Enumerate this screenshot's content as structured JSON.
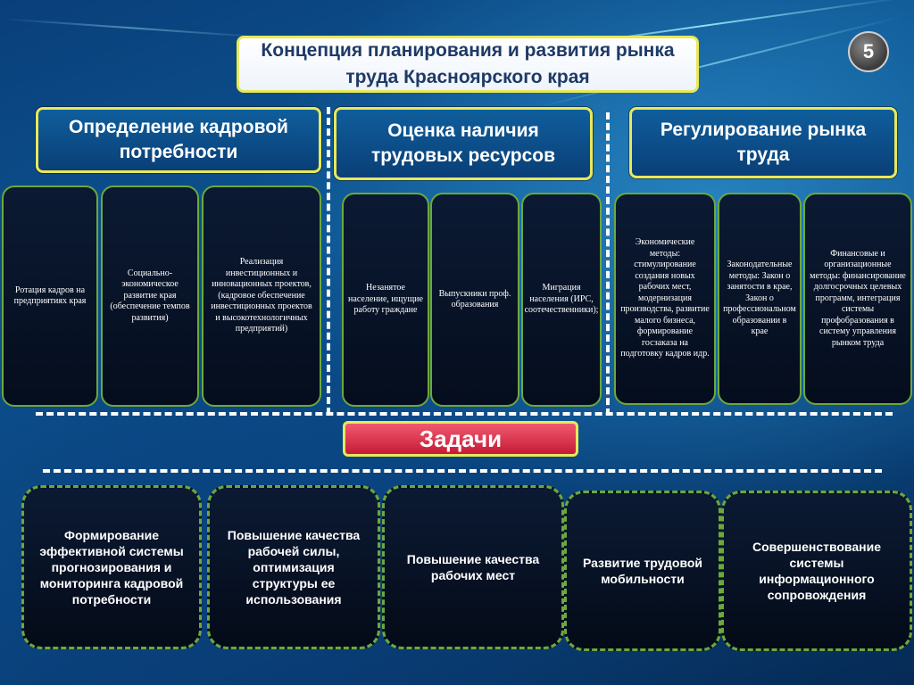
{
  "title": "Концепция планирования и развития рынка труда Красноярского края",
  "slide_number": "5",
  "columns": [
    {
      "header": "Определение кадровой потребности",
      "items": [
        "Ротация кадров на предприятиях края",
        "Социально-экономическое развитие края (обеспечение темпов развития)",
        "Реализация инвестиционных и инновационных проектов, (кадровое обеспечение инвестиционных проектов и высокотехнологичных предприятий)"
      ]
    },
    {
      "header": "Оценка наличия трудовых ресурсов",
      "items": [
        "Незанятое население, ищущие работу граждане",
        "Выпускники проф. образования",
        "Миграция населения (ИРС, соотечественники);"
      ]
    },
    {
      "header": "Регулирование рынка труда",
      "items": [
        "Экономические методы: стимулирование создания новых рабочих мест, модернизация производства, развитие малого бизнеса, формирование госзаказа на подготовку кадров идр.",
        "Законодательные методы: Закон о занятости в крае, Закон о профессиональном образовании в крае",
        "Финансовые и организационные методы: финансирование долгосрочных целевых программ, интеграция системы профобразования в систему управления рынком труда"
      ]
    }
  ],
  "tasks_label": "Задачи",
  "tasks": [
    "Формирование эффективной системы прогнозирования и мониторинга кадровой потребности",
    "Повышение качества рабочей силы, оптимизация структуры ее использования",
    "Повышение качества рабочих мест",
    "Развитие трудовой мобильности",
    "Совершенствование системы информационного сопровождения"
  ]
}
